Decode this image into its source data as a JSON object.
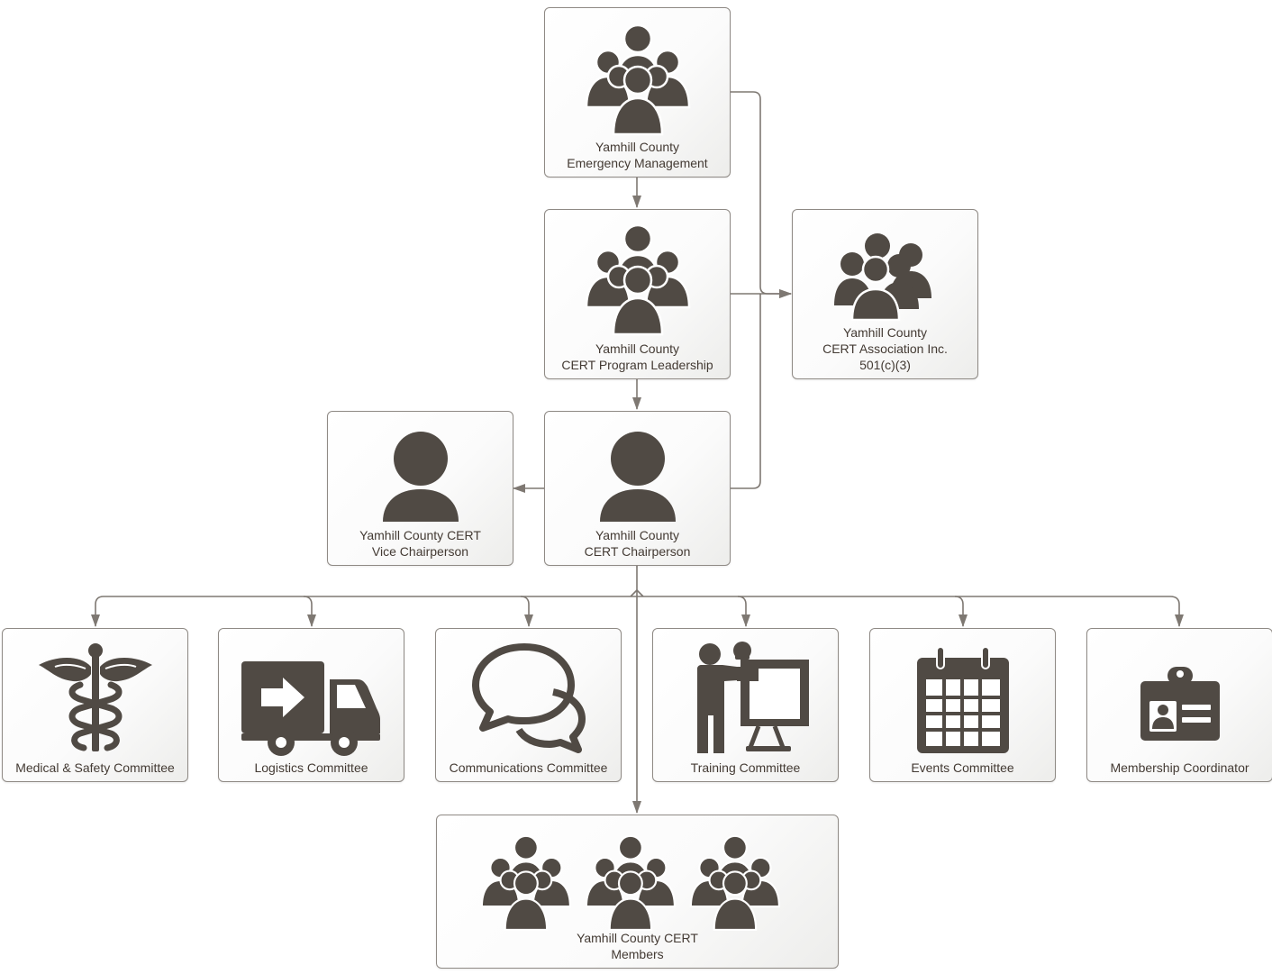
{
  "colors": {
    "icon": "#504a44",
    "line": "#7e7872",
    "text": "#433a33",
    "border": "#8f8a85"
  },
  "nodes": {
    "emergency_management": {
      "icon": "group-icon",
      "lines": [
        "Yamhill County",
        "Emergency Management"
      ]
    },
    "program_leadership": {
      "icon": "group-icon",
      "lines": [
        "Yamhill County",
        "CERT Program Leadership"
      ]
    },
    "association": {
      "icon": "group-icon",
      "lines": [
        "Yamhill County",
        "CERT Association Inc.",
        "501(c)(3)"
      ]
    },
    "vice_chairperson": {
      "icon": "person-icon",
      "lines": [
        "Yamhill County CERT",
        "Vice Chairperson"
      ]
    },
    "chairperson": {
      "icon": "person-icon",
      "lines": [
        "Yamhill County",
        "CERT Chairperson"
      ]
    },
    "medical": {
      "icon": "caduceus-icon",
      "lines": [
        "Medical & Safety Committee"
      ]
    },
    "logistics": {
      "icon": "delivery-truck-icon",
      "lines": [
        "Logistics Committee"
      ]
    },
    "communications": {
      "icon": "speech-bubbles-icon",
      "lines": [
        "Communications Committee"
      ]
    },
    "training": {
      "icon": "presenter-board-icon",
      "lines": [
        "Training Committee"
      ]
    },
    "events": {
      "icon": "calendar-icon",
      "lines": [
        "Events Committee"
      ]
    },
    "membership": {
      "icon": "id-badge-icon",
      "lines": [
        "Membership Coordinator"
      ]
    },
    "members": {
      "icon": "crowd-icon",
      "lines": [
        "Yamhill County CERT",
        "Members"
      ]
    }
  }
}
